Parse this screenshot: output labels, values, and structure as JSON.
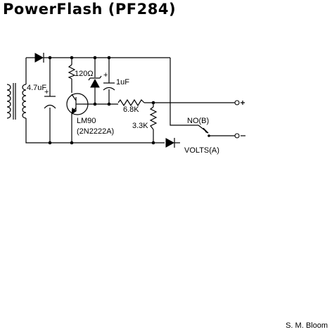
{
  "title": "PowerFlash (PF284)",
  "credit": "S. M. Bloom",
  "schematic": {
    "labels": {
      "cap_left": "4.7uF",
      "cap_right": "1uF",
      "resistor_top": "120Ω",
      "resistor_mid": "6.8K",
      "resistor_low": "3.3K",
      "transistor_name": "LM90",
      "transistor_part": "(2N2222A)",
      "switch_no": "NO(B)",
      "switch_volts": "VOLTS(A)",
      "plus_sign": "+",
      "plus_terminal": "o+",
      "minus_terminal": "o–"
    }
  }
}
